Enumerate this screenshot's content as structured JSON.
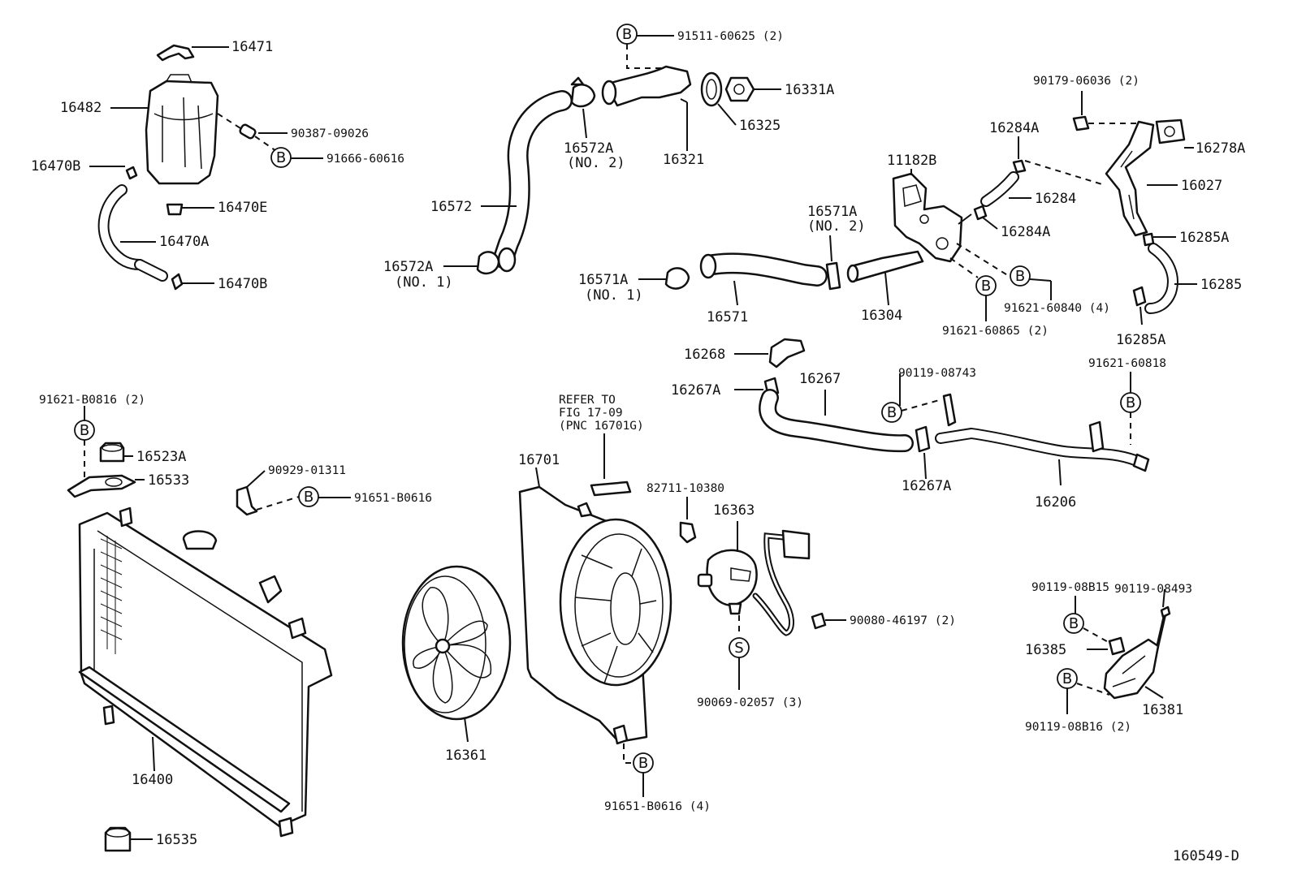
{
  "diagram_id": "160549-D",
  "note": {
    "line1": "REFER TO",
    "line2": "FIG 17-09",
    "line3": "(PNC 16701G)"
  },
  "callout_letters": {
    "b": "B",
    "s": "S"
  },
  "labels": {
    "p16471": "16471",
    "p16482": "16482",
    "p90387_09026": "90387-09026",
    "p91666_60616": "91666-60616",
    "p16470B_top": "16470B",
    "p16470E": "16470E",
    "p16470A": "16470A",
    "p16470B_bot": "16470B",
    "p91511_60625": "91511-60625 (2)",
    "p16331A": "16331A",
    "p16325": "16325",
    "p16321": "16321",
    "p16572A_no2": "16572A",
    "no2_a": "(NO. 2)",
    "p16572": "16572",
    "p16572A_no1": "16572A",
    "no1_a": "(NO. 1)",
    "p90179_06036": "90179-06036 (2)",
    "p16284A_top": "16284A",
    "p16278A": "16278A",
    "p11182B": "11182B",
    "p16027": "16027",
    "p16284": "16284",
    "p16571A_no2": "16571A",
    "no2_b": "(NO. 2)",
    "p16284A_bot": "16284A",
    "p16285A_top": "16285A",
    "p16571A_no1": "16571A",
    "no1_b": "(NO. 1)",
    "p91621_60840": "91621-60840 (4)",
    "p16285": "16285",
    "p16571": "16571",
    "p16304": "16304",
    "p91621_60865": "91621-60865 (2)",
    "p16285A_bot": "16285A",
    "p16268": "16268",
    "p91621_60818": "91621-60818",
    "p16267": "16267",
    "p90119_08743": "90119-08743",
    "p16267A_top": "16267A",
    "p16267A_bot": "16267A",
    "p16206": "16206",
    "p91621_B0816": "91621-B0816 (2)",
    "p16523A": "16523A",
    "p16533": "16533",
    "p90929_01311": "90929-01311",
    "p91651_B0616": "91651-B0616",
    "p16701": "16701",
    "p82711_10380": "82711-10380",
    "p16363": "16363",
    "p90080_46197": "90080-46197 (2)",
    "p90069_02057": "90069-02057 (3)",
    "p16361": "16361",
    "p91651_B0616_4": "91651-B0616 (4)",
    "p16400": "16400",
    "p16535": "16535",
    "p90119_08B15": "90119-08B15",
    "p90119_08493": "90119-08493",
    "p16385": "16385",
    "p16381": "16381",
    "p90119_08B16": "90119-08B16 (2)"
  }
}
